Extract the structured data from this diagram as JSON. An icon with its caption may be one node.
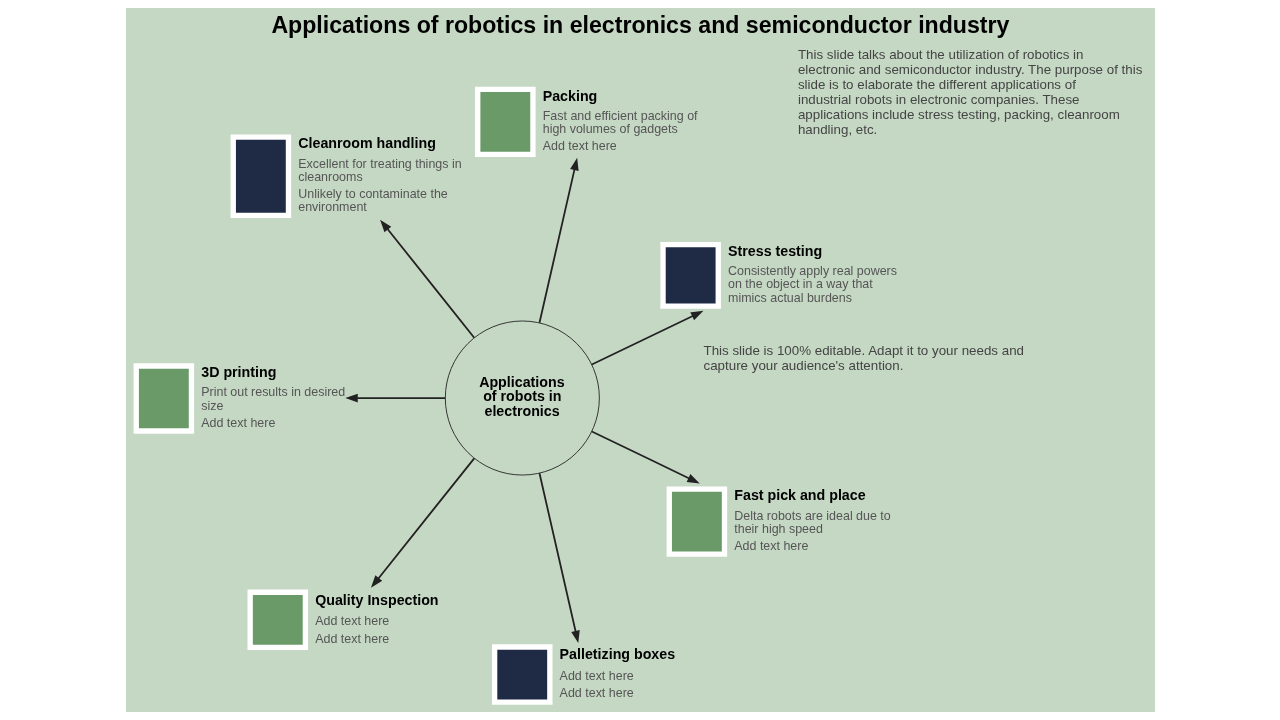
{
  "diagram": {
    "title": "Applications of robotics in electronics and semiconductor industry",
    "nodes": [
      {
        "text": [
          "Applications of robots in electronics"
        ]
      },
      {
        "text": [],
        "shape": "box",
        "beside": [
          "Stress testing",
          "Consistently apply real powers on the object in a way that mimics actual burdens"
        ]
      },
      {
        "text": [],
        "shape": "box",
        "beside": [
          "Packing",
          "Fast and efficient packing of high volumes of gadgets",
          "Add text here"
        ]
      },
      {
        "text": [],
        "shape": "box",
        "beside": [
          "Cleanroom handling",
          "Excellent for treating things in cleanrooms",
          "Unlikely to contaminate the environment"
        ]
      },
      {
        "text": [],
        "shape": "box",
        "beside": [
          "3D printing",
          "Print out results in desired size",
          "Add text here"
        ]
      },
      {
        "text": [],
        "shape": "box",
        "beside": [
          "Quality Inspection",
          "Add text here",
          "Add text here"
        ]
      },
      {
        "text": [],
        "shape": "box",
        "beside": [
          "Palletizing boxes",
          "Add text here",
          "Add text here"
        ]
      },
      {
        "text": [],
        "shape": "box",
        "beside": [
          "Fast pick and place",
          "Delta robots are ideal due to their high speed",
          "Add text here"
        ]
      }
    ],
    "edges": [
      {
        "from": 0,
        "to": 1,
        "arrow": "to"
      },
      {
        "from": 0,
        "to": 2,
        "arrow": "to"
      },
      {
        "from": 0,
        "to": 3,
        "arrow": "to"
      },
      {
        "from": 0,
        "to": 4,
        "arrow": "to"
      },
      {
        "from": 0,
        "to": 5,
        "arrow": "to"
      },
      {
        "from": 0,
        "to": 6,
        "arrow": "to"
      },
      {
        "from": 0,
        "to": 7,
        "arrow": "to"
      }
    ],
    "labels": [
      "This slide talks about the utilization of robotics in electronic and semiconductor industry. The purpose of this slide is to elaborate the different applications of industrial robots in electronic companies. These applications include stress testing, packing, cleanroom handling, etc.",
      "This slide is 100% editable. Adapt it to your needs and capture your audience's attention."
    ]
  }
}
